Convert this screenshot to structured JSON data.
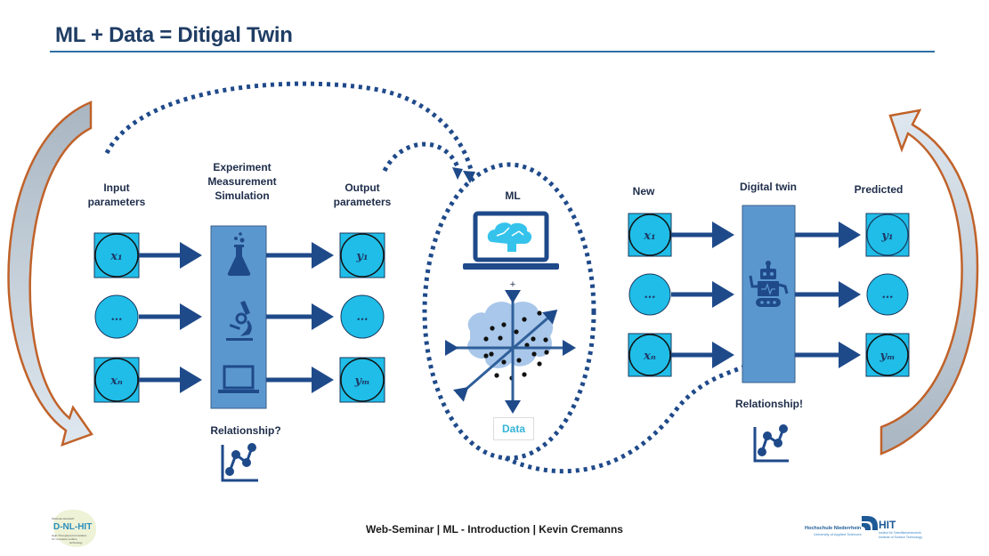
{
  "slide": {
    "title": "ML + Data = Ditigal Twin",
    "footer": "Web-Seminar | ML - Introduction | Kevin Cremanns"
  },
  "left_section": {
    "input_label": "Input\nparameters",
    "process_label": "Experiment\nMeasurement\nSimulation",
    "output_label": "Output\nparameters",
    "inputs": [
      "x₁",
      "…",
      "xₙ"
    ],
    "outputs": [
      "y₁",
      "…",
      "yₘ"
    ],
    "process_icons": [
      "flask-icon",
      "microscope-icon",
      "laptop-icon"
    ],
    "relationship_label": "Relationship?"
  },
  "middle_section": {
    "ml_label": "ML",
    "plus": "+",
    "data_label": "Data"
  },
  "right_section": {
    "input_label": "New",
    "process_label": "Digital twin",
    "output_label": "Predicted",
    "inputs": [
      "x₁",
      "…",
      "xₙ"
    ],
    "outputs": [
      "y₁",
      "…",
      "yₘ"
    ],
    "process_icon": "robot-icon",
    "relationship_label": "Relationship!"
  },
  "logos": {
    "left_name": "D-NL-HIT",
    "left_top": "Wetterau-Hessisch",
    "left_sub1": "High-Throughput-Formulation",
    "left_sub2": "for innovative surface",
    "left_sub3": "technology",
    "right_school": "Hochschule Niederrhein",
    "right_school_sub": "University of Applied Sciences",
    "right_hit": "HIT",
    "right_hit_sub1": "Institut für Oberflächentechnik",
    "right_hit_sub2": "Institute of Surface Technology"
  },
  "colors": {
    "title": "#1f3d64",
    "accent_rule": "#2f6ea6",
    "node_fill": "#1fbde8",
    "process_box": "#5b97cf",
    "arrow": "#1f4a8a",
    "cycle_arrow_stroke": "#c0622a",
    "cycle_arrow_fill": "#b8c4cf",
    "data_label": "#35b5d8"
  }
}
